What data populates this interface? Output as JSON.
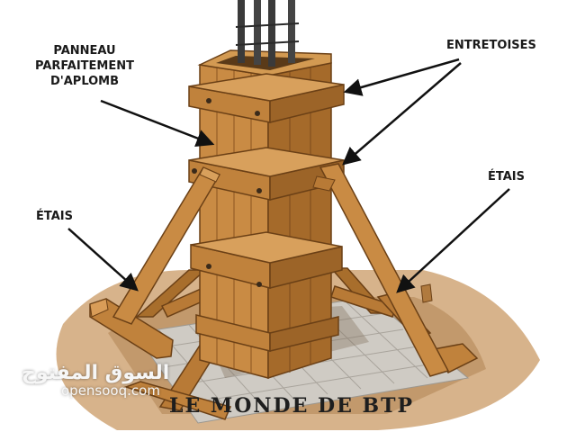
{
  "labels": {
    "panneau": [
      "PANNEAU",
      "PARFAITEMENT",
      "D'APLOMB"
    ],
    "entretoises": "ENTRETOISES",
    "etais_left": "ÉTAIS",
    "etais_right": "ÉTAIS"
  },
  "caption": "LE MONDE DE BTP",
  "watermark": {
    "arabic": "السوق المفتوح",
    "latin": "opensooq.com"
  },
  "colors": {
    "wood": "#b4762f",
    "wood_dark": "#7a4a1c",
    "wood_light": "#d39a52",
    "ground": "#c99a64",
    "tile": "#c9c6c0",
    "rebar": "#3a3a3a"
  }
}
